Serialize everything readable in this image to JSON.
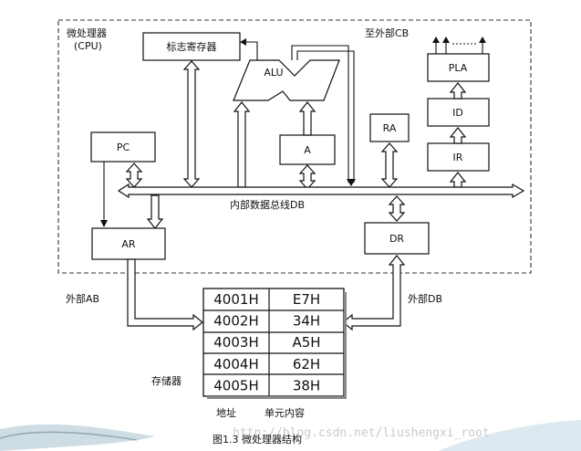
{
  "cpu": {
    "title_line1": "微处理器",
    "title_line2": "(CPU)",
    "external_cb": "至外部CB",
    "internal_bus": "内部数据总线DB",
    "components": {
      "flags": "标志寄存器",
      "alu": "ALU",
      "a": "A",
      "pc": "PC",
      "ar": "AR",
      "ra": "RA",
      "dr": "DR",
      "pla": "PLA",
      "id": "ID",
      "ir": "IR"
    }
  },
  "external_ab": "外部AB",
  "external_db": "外部DB",
  "memory": {
    "label": "存储器",
    "rows": [
      {
        "address": "4001H",
        "content": "E7H"
      },
      {
        "address": "4002H",
        "content": "34H"
      },
      {
        "address": "4003H",
        "content": "A5H"
      },
      {
        "address": "4004H",
        "content": "62H"
      },
      {
        "address": "4005H",
        "content": "38H"
      }
    ],
    "address_header": "地址",
    "content_header": "单元内容"
  },
  "caption": "图1.3 微处理器结构",
  "watermark": "http://blog.csdn.net/liushengxi_root"
}
